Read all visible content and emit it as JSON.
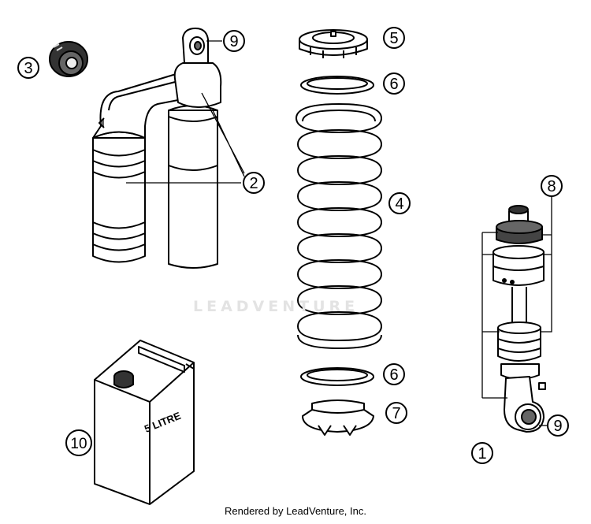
{
  "callouts": [
    {
      "id": "c3",
      "label": "3"
    },
    {
      "id": "c9a",
      "label": "9"
    },
    {
      "id": "c2",
      "label": "2"
    },
    {
      "id": "c5",
      "label": "5"
    },
    {
      "id": "c6a",
      "label": "6"
    },
    {
      "id": "c4",
      "label": "4"
    },
    {
      "id": "c6b",
      "label": "6"
    },
    {
      "id": "c7",
      "label": "7"
    },
    {
      "id": "c8",
      "label": "8"
    },
    {
      "id": "c9b",
      "label": "9"
    },
    {
      "id": "c1",
      "label": "1"
    },
    {
      "id": "c10",
      "label": "10"
    }
  ],
  "oil_can_label": "5 LITRE",
  "watermark": "LEADVENTURE",
  "footer": "Rendered by LeadVenture, Inc."
}
